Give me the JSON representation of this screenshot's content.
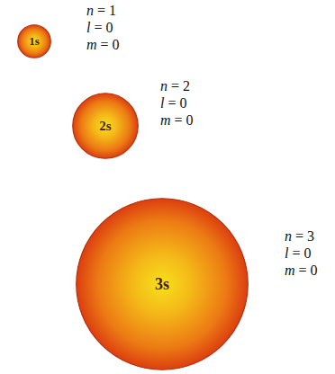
{
  "diagram": {
    "nodes": [
      {
        "text": [
          "1s",
          "n = 1",
          "l = 0",
          "m = 0"
        ]
      },
      {
        "text": [
          "2s",
          "n = 2",
          "l = 0",
          "m = 0"
        ]
      },
      {
        "text": [
          "3s",
          "n = 3",
          "l = 0",
          "m = 0"
        ]
      }
    ]
  }
}
